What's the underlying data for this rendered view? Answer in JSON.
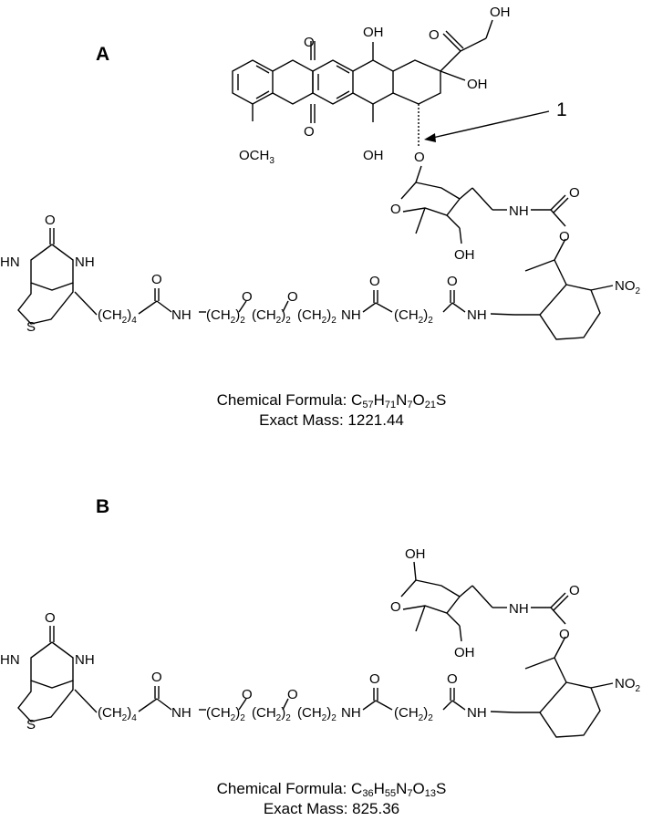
{
  "panel_a": {
    "letter": "A",
    "callout_number": "1",
    "formula_label": "Chemical Formula:",
    "formula_parts": {
      "c": "C",
      "c_n": "57",
      "h": "H",
      "h_n": "71",
      "n": "N",
      "n_n": "7",
      "o": "O",
      "o_n": "21",
      "tail": "S"
    },
    "mass_label": "Exact Mass: 1221.44",
    "atoms": {
      "oh_top": "OH",
      "oh_sidechain": "OH",
      "oh_ring": "OH",
      "oh_bottom": "OH",
      "oh_sugar": "OH",
      "ketone_o1": "O",
      "ketone_o2": "O",
      "sidechain_o": "O",
      "methoxy": "OCH",
      "methoxy_n": "3",
      "glyco_o": "O",
      "sugar_o": "O",
      "nh_carbamate": "NH",
      "carbamate_o1": "O",
      "carbamate_o2": "O",
      "no2": "NO",
      "no2_n": "2"
    }
  },
  "panel_b": {
    "letter": "B",
    "formula_label": "Chemical Formula:",
    "formula_parts": {
      "c": "C",
      "c_n": "36",
      "h": "H",
      "h_n": "55",
      "n": "N",
      "n_n": "7",
      "o": "O",
      "o_n": "13",
      "tail": "S"
    },
    "mass_label": "Exact Mass: 825.36",
    "atoms": {
      "oh_top": "OH",
      "oh_sugar": "OH",
      "sugar_o": "O",
      "nh_carbamate": "NH",
      "carbamate_o1": "O",
      "carbamate_o2": "O",
      "no2": "NO",
      "no2_n": "2"
    }
  },
  "linker": {
    "urea_o": "O",
    "nh1": "HN",
    "nh2": "NH",
    "s": "S",
    "ch2": "(CH",
    "paren": ")",
    "n4": "4",
    "n2": "2",
    "amide_o": "O",
    "nh": "NH",
    "ether_o": "O",
    "amide_nh": "NH",
    "succ_o1": "O",
    "succ_o2": "O",
    "nh_end": "NH"
  }
}
